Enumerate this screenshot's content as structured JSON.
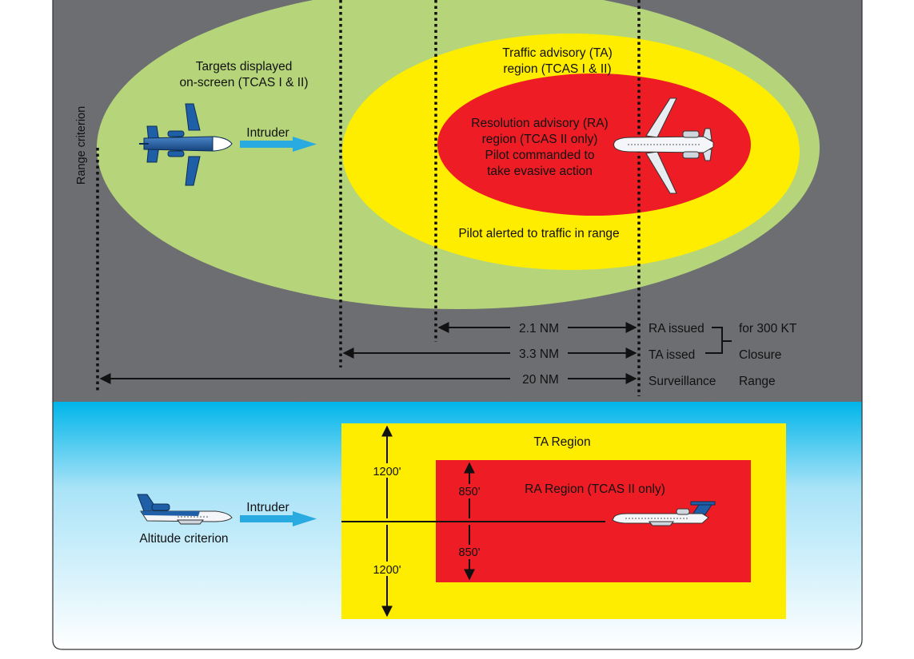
{
  "colors": {
    "top_bg": "#6d6e71",
    "sky_top": "#00b5ea",
    "sky_bottom": "#ffffff",
    "green_zone": "#b6d57a",
    "ta_zone": "#ffed00",
    "ra_zone": "#ee1c25",
    "arrow": "#29abe2",
    "intruder_jet": "#1f5fa8"
  },
  "plan_view": {
    "range_criterion": "Range criterion",
    "targets_displayed": [
      "Targets displayed",
      "on-screen (TCAS I & II)"
    ],
    "ta_region": [
      "Traffic advisory (TA)",
      "region (TCAS I & II)"
    ],
    "ra_region": [
      "Resolution advisory (RA)",
      "region (TCAS II only)",
      "Pilot commanded to",
      "take evasive action"
    ],
    "pilot_alerted": "Pilot alerted to traffic in range",
    "intruder": "Intruder"
  },
  "distances": {
    "ra_dist": "2.1 NM",
    "ta_dist": "3.3 NM",
    "surv_dist": "20 NM",
    "ra_issued": "RA issued",
    "ta_issued": "TA issed",
    "surveillance": "Surveillance",
    "closure_top": "for 300 KT",
    "closure_bottom": "Closure",
    "range": "Range"
  },
  "profile_view": {
    "intruder": "Intruder",
    "altitude_criterion": "Altitude criterion",
    "ta_region": "TA Region",
    "ra_region": "RA Region (TCAS II only)",
    "ta_upper": "1200'",
    "ta_lower": "1200'",
    "ra_upper": "850'",
    "ra_lower": "850'"
  }
}
